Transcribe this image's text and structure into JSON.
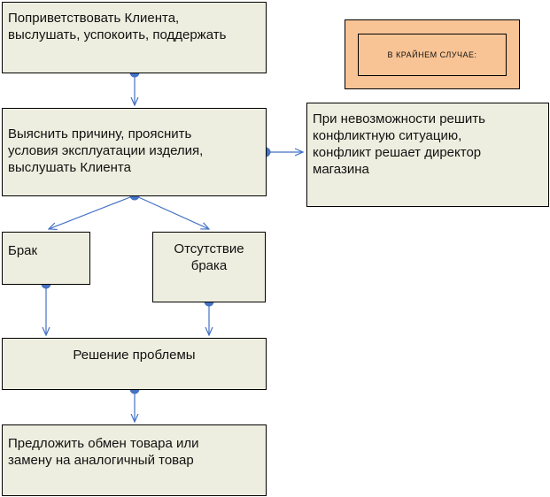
{
  "nodes": {
    "greet": {
      "label": "Поприветствовать Клиента,\nвыслушать, успокоить, поддержать"
    },
    "clarify": {
      "label": "Выяснить причину, прояснить\nусловия эксплуатации изделия,\nвыслушать Клиента"
    },
    "defect": {
      "label": "Брак"
    },
    "no_defect": {
      "label": "Отсутствие\nбрака"
    },
    "solution": {
      "label": "Решение проблемы"
    },
    "offer": {
      "label": "Предложить обмен товара или\nзамену на аналогичный товар"
    },
    "escalation": {
      "label": "При невозможности решить\nконфликтную ситуацию,\nконфликт решает директор\nмагазина"
    }
  },
  "badge": {
    "label": "В КРАЙНЕМ СЛУЧАЕ:"
  },
  "colors": {
    "box_fill": "#eeeee0",
    "badge_fill": "#f9c495",
    "connector": "#4472c4",
    "border": "#000000"
  }
}
